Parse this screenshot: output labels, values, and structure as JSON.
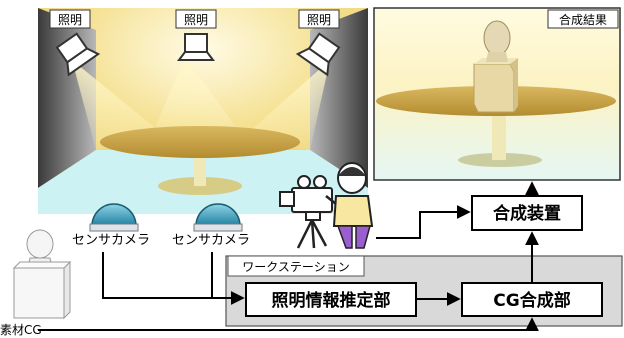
{
  "studio": {
    "lights": [
      {
        "label": "照明"
      },
      {
        "label": "照明"
      },
      {
        "label": "照明"
      }
    ]
  },
  "result": {
    "label": "合成結果"
  },
  "sensors": [
    {
      "label": "センサカメラ"
    },
    {
      "label": "センサカメラ"
    }
  ],
  "source_cg": {
    "label": "素材CG"
  },
  "workstation": {
    "label": "ワークステーション"
  },
  "blocks": {
    "estimator": "照明情報推定部",
    "cg_compositor": "CG合成部",
    "compositor": "合成装置"
  },
  "colors": {
    "light": "#f8e9a0",
    "table": "#c9a64a",
    "floor": "#cdf2f4",
    "panel": "#d9d9d9",
    "sensor_dome": "#3aa0bf"
  }
}
